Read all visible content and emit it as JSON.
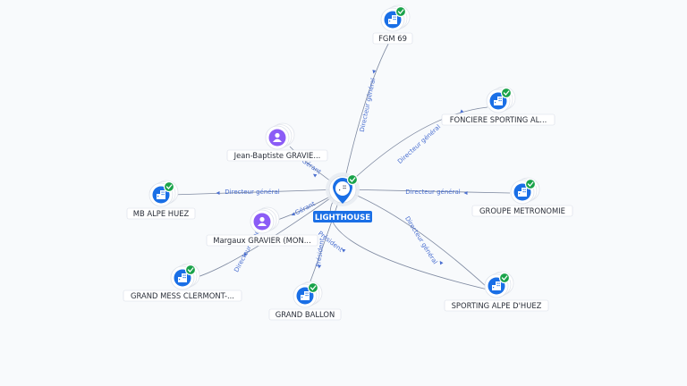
{
  "colors": {
    "company": "#1a6fe6",
    "person": "#8b5cf6",
    "verified": "#1aa34a",
    "edge": "#7f8aa1",
    "edge_label": "#4a6fd0"
  },
  "center": {
    "label": "LIGHTHOUSE",
    "icon": "building-icon",
    "verified": true
  },
  "nodes": [
    {
      "id": "fgm69",
      "label": "FGM 69",
      "kind": "company",
      "icon": "building-icon",
      "verified": true
    },
    {
      "id": "fonciere",
      "label": "FONCIERE SPORTING AL...",
      "kind": "company",
      "icon": "building-icon",
      "verified": true
    },
    {
      "id": "jbgravier",
      "label": "Jean-Baptiste GRAVIE...",
      "kind": "person",
      "icon": "person-icon",
      "verified": false
    },
    {
      "id": "mbalpe",
      "label": "MB ALPE HUEZ",
      "kind": "company",
      "icon": "building-icon",
      "verified": true
    },
    {
      "id": "metronomie",
      "label": "GROUPE METRONOMIE",
      "kind": "company",
      "icon": "building-icon",
      "verified": true
    },
    {
      "id": "margaux",
      "label": "Margaux GRAVIER (MON...",
      "kind": "person",
      "icon": "person-icon",
      "verified": false
    },
    {
      "id": "grandmess",
      "label": "GRAND MESS CLERMONT-...",
      "kind": "company",
      "icon": "building-icon",
      "verified": true
    },
    {
      "id": "grandballon",
      "label": "GRAND BALLON",
      "kind": "company",
      "icon": "building-icon",
      "verified": true
    },
    {
      "id": "sporting",
      "label": "SPORTING ALPE D'HUEZ",
      "kind": "company",
      "icon": "building-icon",
      "verified": true
    }
  ],
  "edges": [
    {
      "to": "fgm69",
      "label": "Directeur général"
    },
    {
      "to": "fonciere",
      "label": "Directeur général"
    },
    {
      "to": "jbgravier",
      "label": "Gérant"
    },
    {
      "to": "mbalpe",
      "label": "Directeur général"
    },
    {
      "to": "metronomie",
      "label": "Directeur général"
    },
    {
      "to": "margaux",
      "label": "Gérant"
    },
    {
      "to": "grandmess",
      "label": "Directeur général"
    },
    {
      "to": "grandballon",
      "label": "Président"
    },
    {
      "to": "sporting",
      "label": "Directeur général"
    },
    {
      "to": "sporting",
      "label": "Président"
    }
  ]
}
